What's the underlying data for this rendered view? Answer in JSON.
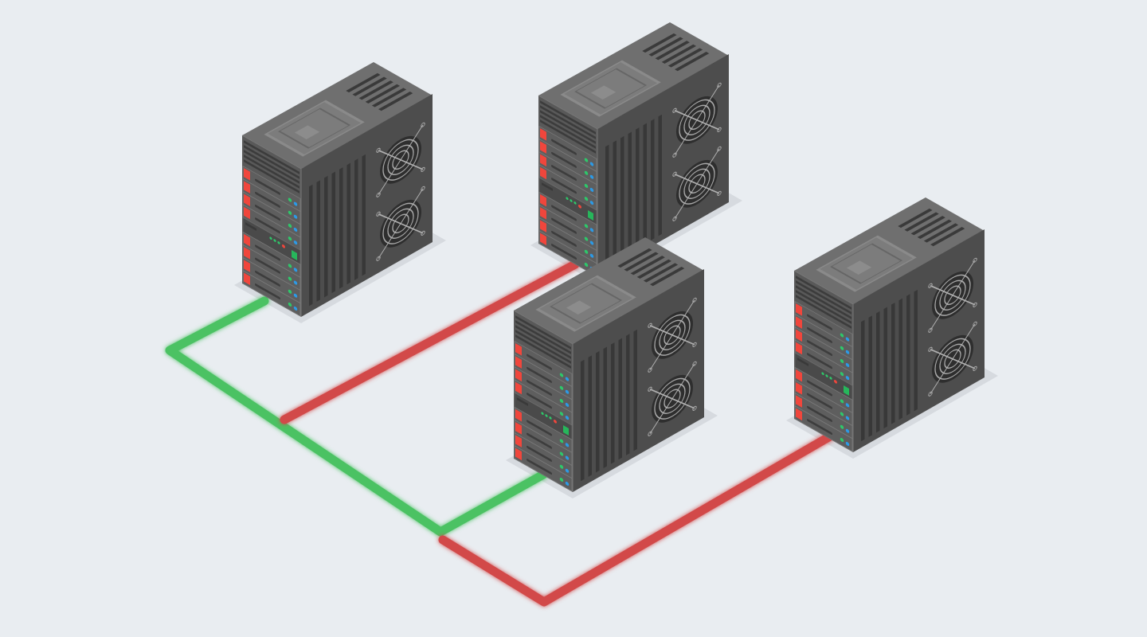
{
  "scene": {
    "background": "#e9edf1",
    "icons": [
      "server-tower-icon",
      "cooling-fan-icon",
      "drive-bay-icon",
      "status-led-icon"
    ],
    "colors": {
      "server_top": "#6f6f6f",
      "server_front": "#595959",
      "server_side": "#4d4d4d",
      "drive_tab": "#f0463c",
      "led_green": "#2ec86a",
      "led_blue": "#2c9ae6",
      "cable_active": "#4cc264",
      "cable_inactive": "#d24848"
    },
    "servers": [
      {
        "id": "server-1",
        "link_status": "active"
      },
      {
        "id": "server-2",
        "link_status": "inactive"
      },
      {
        "id": "server-3",
        "link_status": "active"
      },
      {
        "id": "server-4",
        "link_status": "inactive"
      }
    ],
    "links": [
      {
        "from": "server-1",
        "to": "server-3",
        "status": "active"
      },
      {
        "from": "server-2",
        "to": "junction",
        "status": "inactive"
      },
      {
        "from": "server-4",
        "to": "junction",
        "status": "inactive"
      }
    ]
  }
}
